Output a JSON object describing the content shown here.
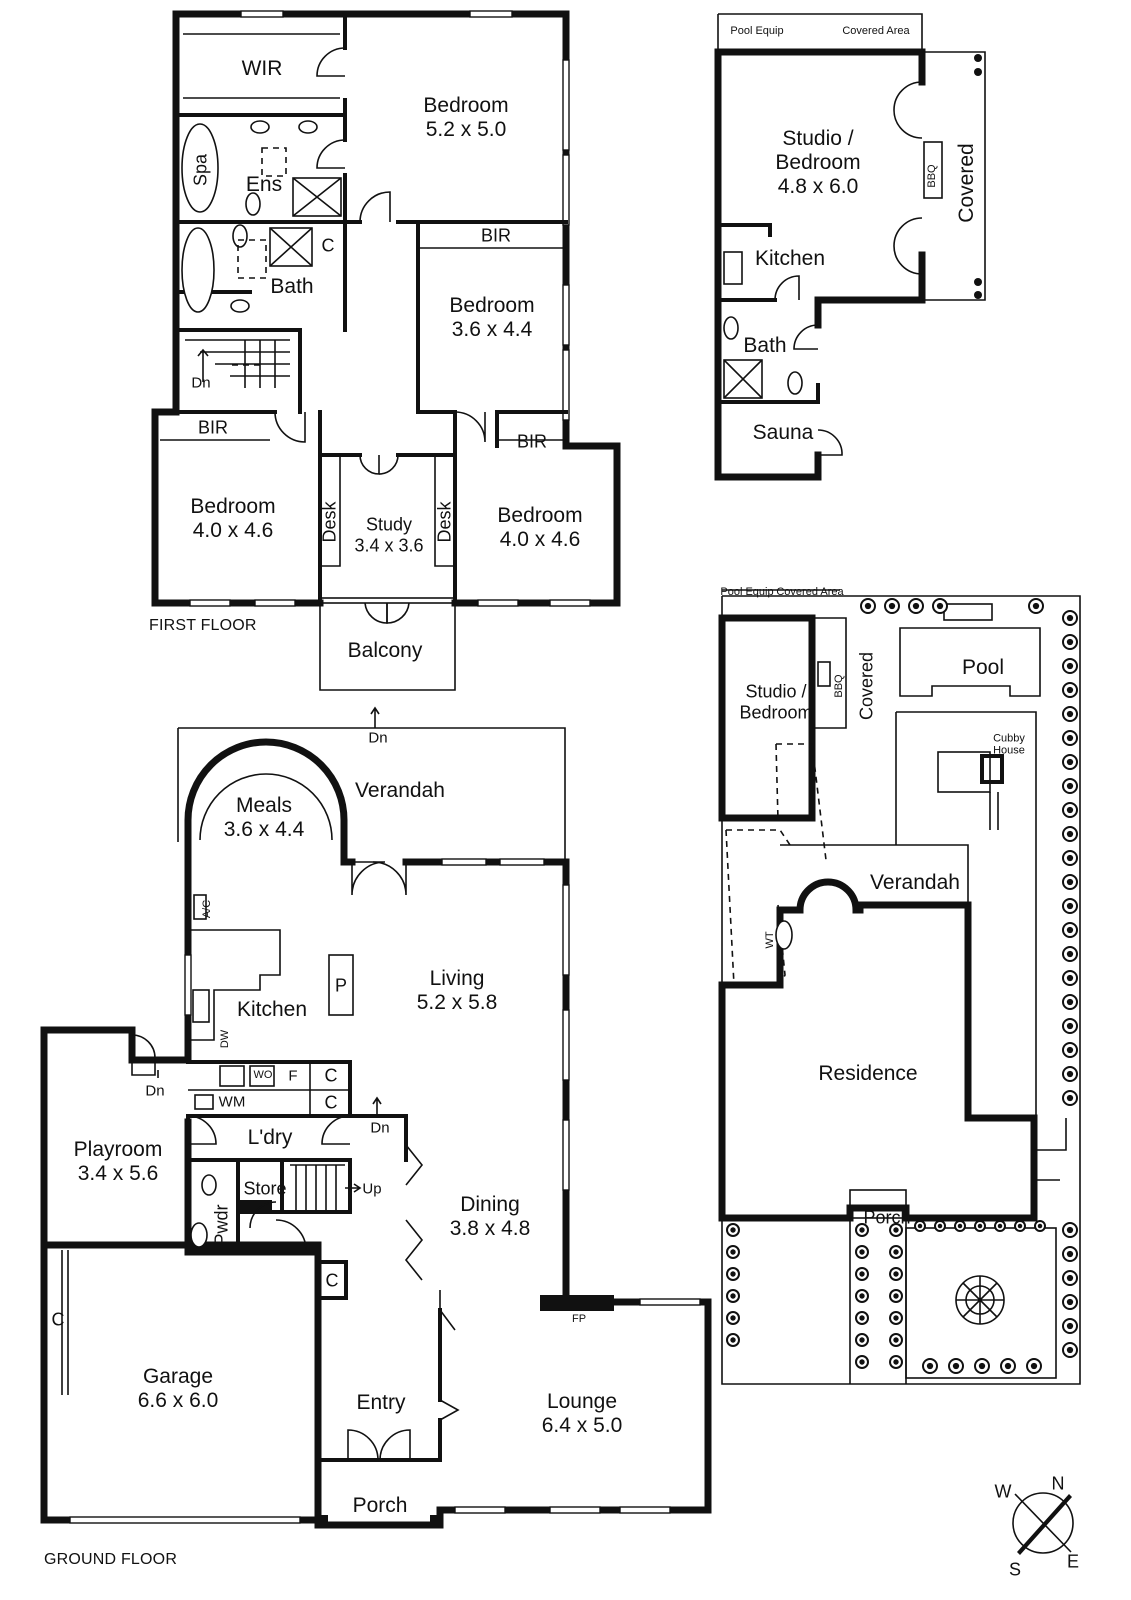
{
  "first_floor": {
    "caption": "FIRST FLOOR",
    "rooms": {
      "wir": "WIR",
      "bedroom_main_name": "Bedroom",
      "bedroom_main_size": "5.2 x 5.0",
      "spa": "Spa",
      "ens": "Ens",
      "bath": "Bath",
      "c": "C",
      "bir_1": "BIR",
      "bedroom_2_name": "Bedroom",
      "bedroom_2_size": "3.6 x 4.4",
      "dn": "Dn",
      "bir_2": "BIR",
      "bir_3": "BIR",
      "bedroom_3_name": "Bedroom",
      "bedroom_3_size": "4.0 x 4.6",
      "desk_1": "Desk",
      "study_name": "Study",
      "study_size": "3.4 x 3.6",
      "desk_2": "Desk",
      "bedroom_4_name": "Bedroom",
      "bedroom_4_size": "4.0 x 4.6",
      "balcony": "Balcony"
    }
  },
  "studio_plan": {
    "pool_equip": "Pool Equip",
    "covered_area": "Covered Area",
    "studio_name": "Studio /",
    "studio_name2": "Bedroom",
    "studio_size": "4.8 x 6.0",
    "bbq": "BBQ",
    "covered": "Covered",
    "kitchen": "Kitchen",
    "bath": "Bath",
    "sauna": "Sauna"
  },
  "ground_floor": {
    "caption": "GROUND FLOOR",
    "rooms": {
      "dn_top": "Dn",
      "meals_name": "Meals",
      "meals_size": "3.6 x 4.4",
      "verandah": "Verandah",
      "ac": "A/C",
      "p": "P",
      "living_name": "Living",
      "living_size": "5.2 x 5.8",
      "kitchen": "Kitchen",
      "dw": "DW",
      "wo": "WO",
      "f": "F",
      "c1": "C",
      "c2": "C",
      "wm": "WM",
      "dn_left": "Dn",
      "dn_mid": "Dn",
      "laundry": "L'dry",
      "playroom_name": "Playroom",
      "playroom_size": "3.4 x 5.6",
      "store": "Store",
      "up": "Up",
      "pwdr": "Pwdr",
      "dining_name": "Dining",
      "dining_size": "3.8 x 4.8",
      "c3": "C",
      "fp": "FP",
      "c_garage": "C",
      "garage_name": "Garage",
      "garage_size": "6.6 x 6.0",
      "entry": "Entry",
      "lounge_name": "Lounge",
      "lounge_size": "6.4 x 5.0",
      "porch": "Porch"
    }
  },
  "site_plan": {
    "pool_equip": "Pool Equip",
    "covered_area": "Covered Area",
    "studio_name": "Studio /",
    "studio_name2": "Bedroom",
    "bbq": "BBQ",
    "covered": "Covered",
    "pool": "Pool",
    "cubby": "Cubby House",
    "verandah": "Verandah",
    "wt": "WT",
    "residence": "Residence",
    "porch": "Porch"
  },
  "compass": {
    "n": "N",
    "s": "S",
    "e": "E",
    "w": "W"
  }
}
